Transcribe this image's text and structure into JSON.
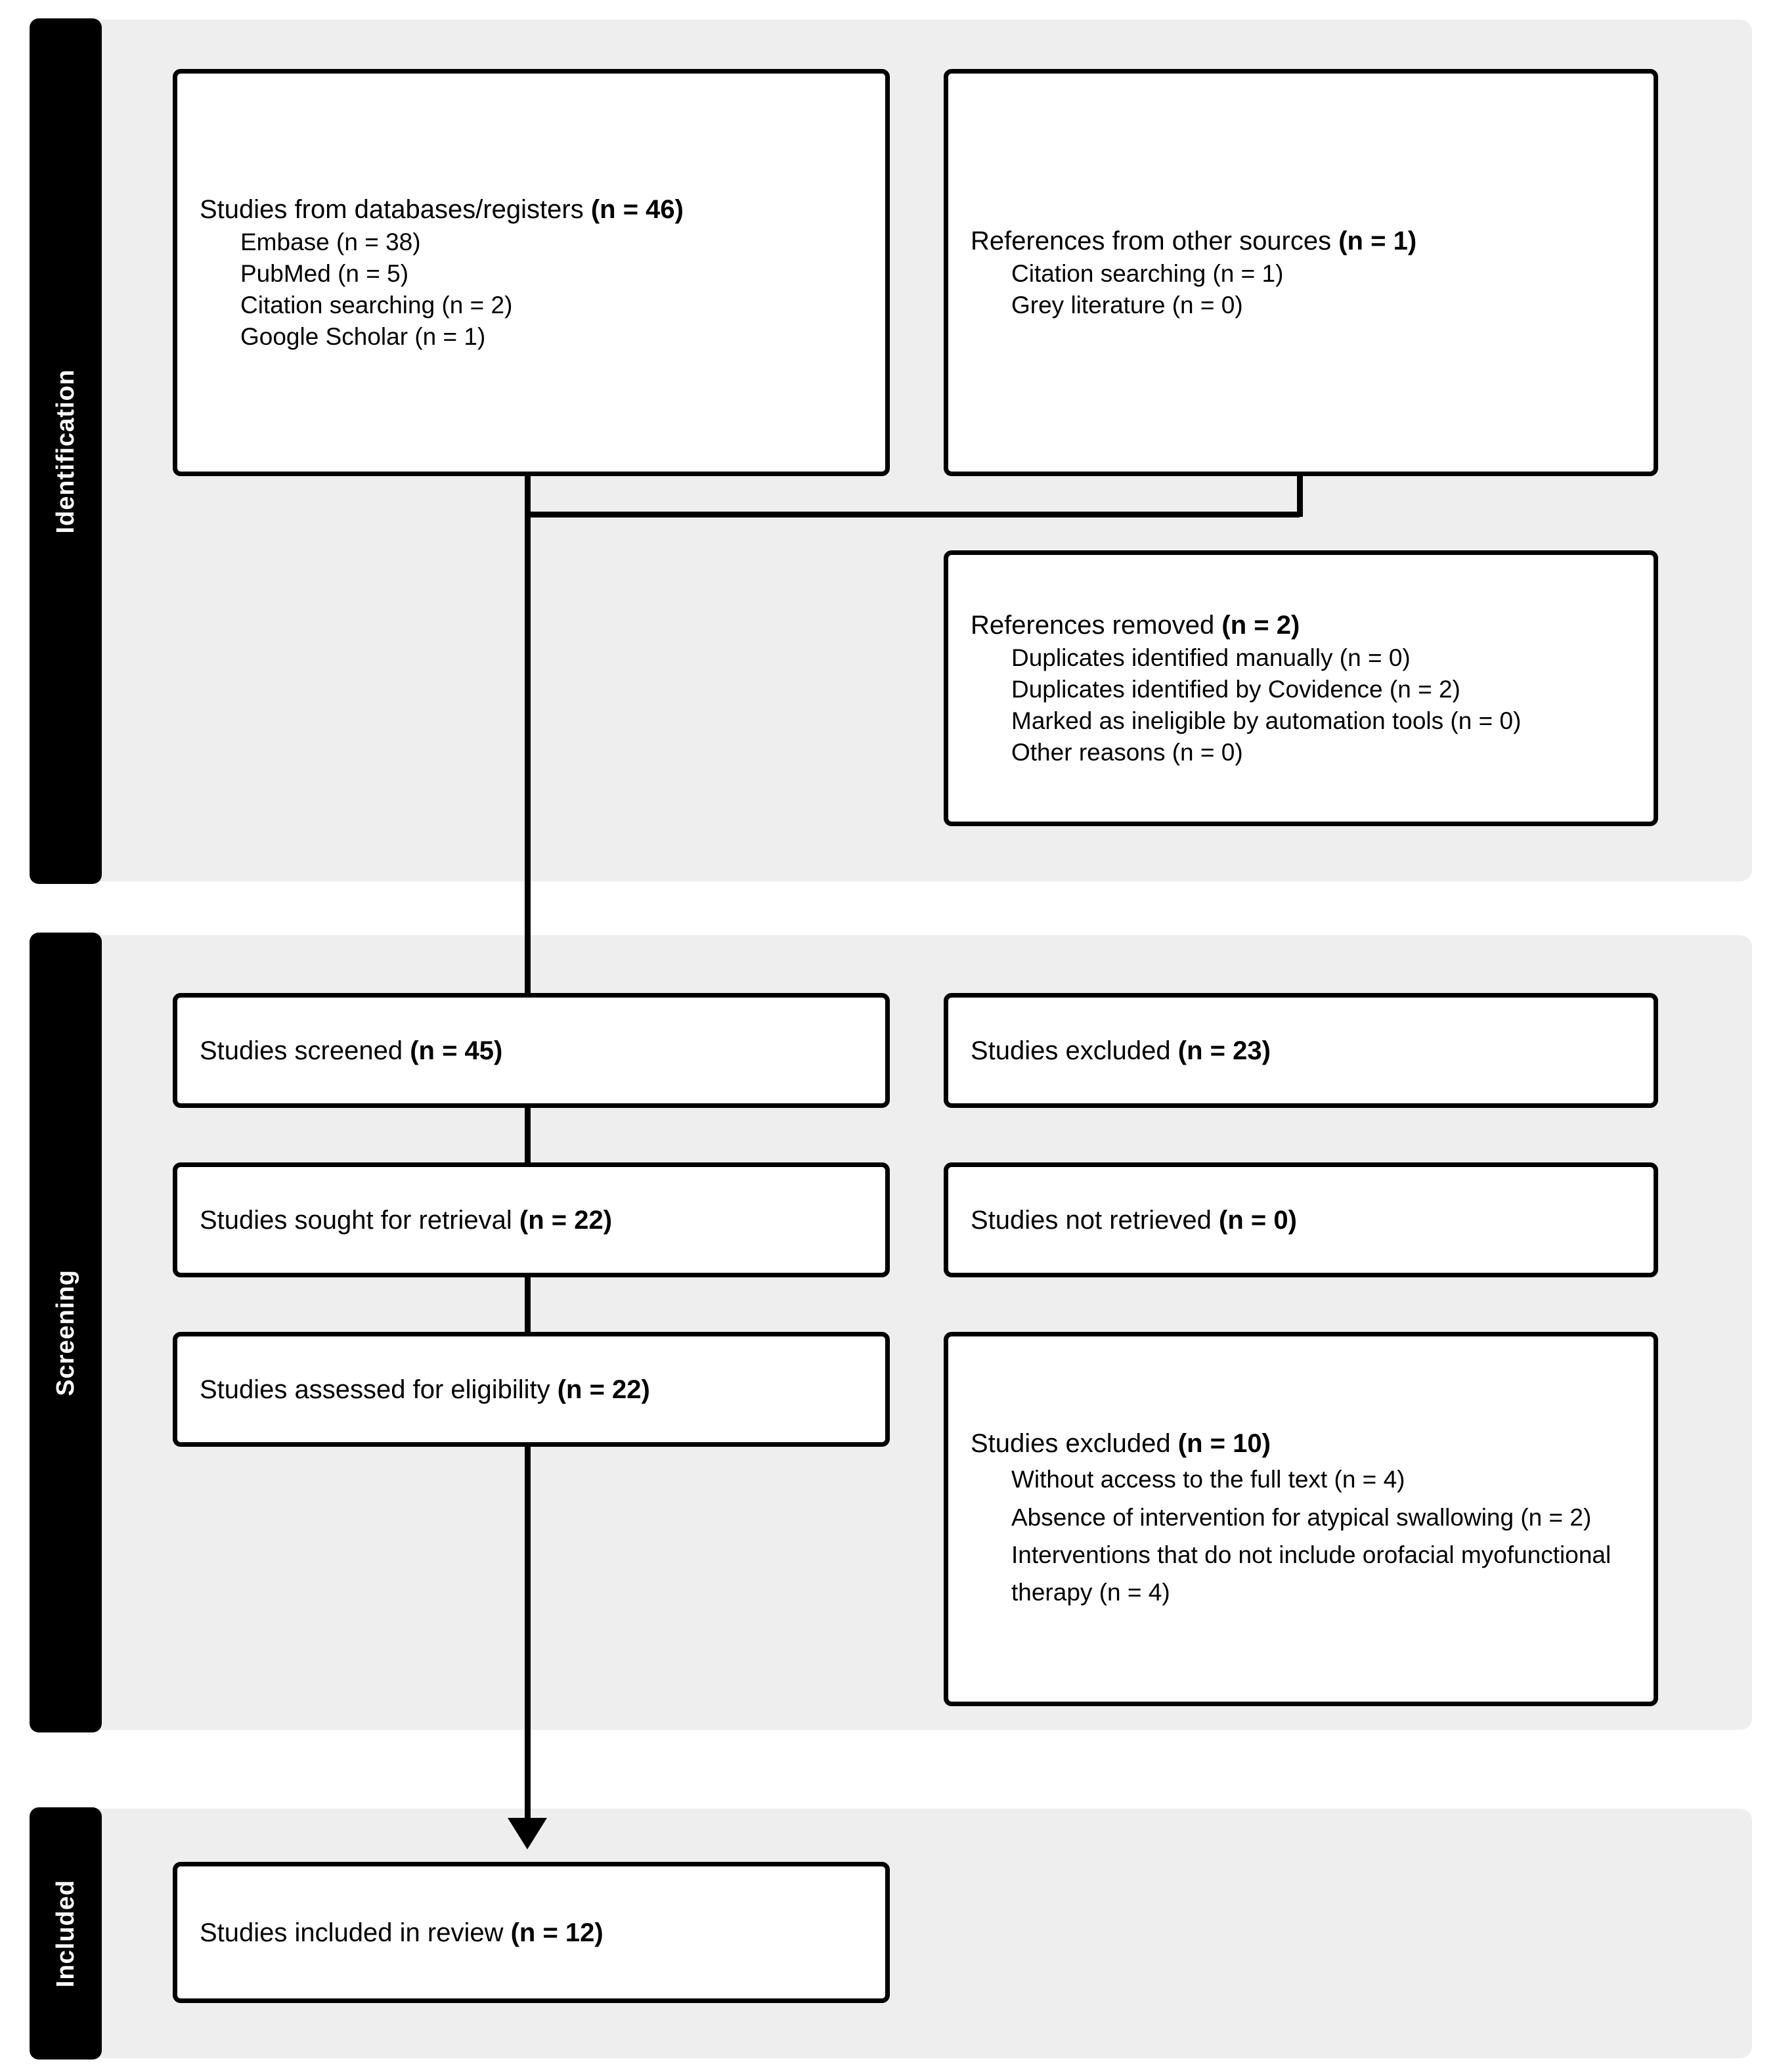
{
  "diagram": {
    "type": "prisma-flow-diagram",
    "colors": {
      "band_background": "#eeeeee",
      "stage_tab_background": "#000000",
      "stage_tab_text": "#ffffff",
      "box_background": "#ffffff",
      "box_border": "#000000",
      "connector": "#000000"
    }
  },
  "stages": {
    "identification": "Identification",
    "screening": "Screening",
    "included": "Included"
  },
  "boxes": {
    "databases": {
      "headline_text": "Studies from databases/registers ",
      "headline_count": "(n = 46)",
      "sub": [
        "Embase (n = 38)",
        "PubMed (n = 5)",
        "Citation searching (n = 2)",
        "Google Scholar (n = 1)"
      ]
    },
    "other_sources": {
      "headline_text": "References from other sources ",
      "headline_count": "(n = 1)",
      "sub": [
        "Citation searching (n = 1)",
        "Grey literature (n = 0)"
      ]
    },
    "references_removed": {
      "headline_text": "References removed ",
      "headline_count": "(n = 2)",
      "sub": [
        "Duplicates identified manually (n = 0)",
        "Duplicates identified by Covidence (n = 2)",
        "Marked as ineligible by automation tools (n = 0)",
        "Other reasons (n = 0)"
      ]
    },
    "studies_screened": {
      "headline_text": "Studies screened ",
      "headline_count": "(n = 45)"
    },
    "studies_excluded_screening": {
      "headline_text": "Studies excluded ",
      "headline_count": "(n = 23)"
    },
    "studies_sought": {
      "headline_text": "Studies sought for retrieval ",
      "headline_count": "(n = 22)"
    },
    "studies_not_retrieved": {
      "headline_text": "Studies not retrieved ",
      "headline_count": "(n = 0)"
    },
    "studies_assessed": {
      "headline_text": "Studies assessed for eligibility ",
      "headline_count": "(n = 22)"
    },
    "studies_excluded_eligibility": {
      "headline_text": "Studies excluded ",
      "headline_count": "(n = 10)",
      "sub": [
        "Without access to the full text (n = 4)",
        "Absence of intervention for atypical swallowing (n = 2)",
        "Interventions that do not include orofacial myofunctional therapy (n = 4)"
      ]
    },
    "studies_included": {
      "headline_text": "Studies included in review ",
      "headline_count": "(n = 12)"
    }
  }
}
